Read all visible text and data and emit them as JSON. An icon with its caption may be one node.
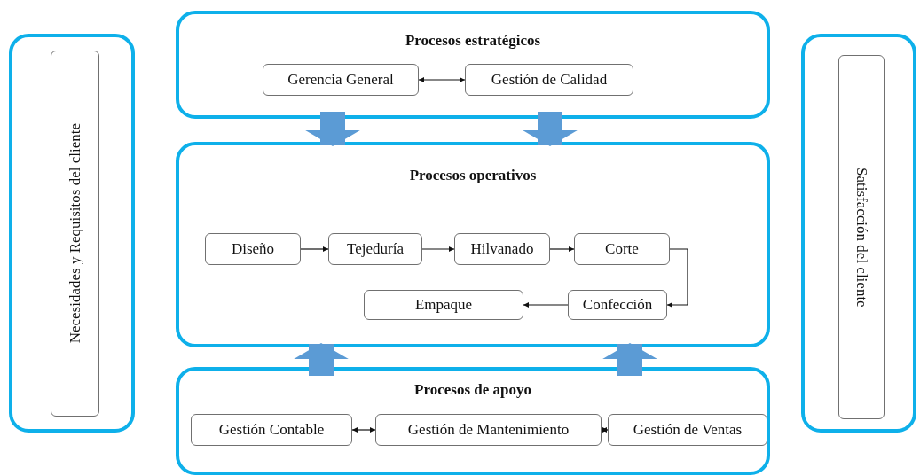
{
  "diagram": {
    "nodes": [
      {
        "text": [],
        "shape": "box"
      },
      {
        "text": [
          "Necesidades y Requisitos del cliente"
        ],
        "in": 0
      },
      {
        "text": [
          "Procesos estratégicos"
        ]
      },
      {
        "text": [
          "Gerencia General"
        ],
        "in": 2
      },
      {
        "text": [
          "Gestión de Calidad"
        ],
        "in": 2
      },
      {
        "text": [
          "Procesos operativos"
        ]
      },
      {
        "text": [
          "Diseño"
        ],
        "in": 5
      },
      {
        "text": [
          "Tejeduría"
        ],
        "in": 5
      },
      {
        "text": [
          "Hilvanado"
        ],
        "in": 5
      },
      {
        "text": [
          "Corte"
        ],
        "in": 5
      },
      {
        "text": [
          "Confección"
        ],
        "in": 5
      },
      {
        "text": [
          "Empaque"
        ],
        "in": 5
      },
      {
        "text": [
          "Procesos de apoyo"
        ]
      },
      {
        "text": [
          "Gestión Contable"
        ],
        "in": 12
      },
      {
        "text": [
          "Gestión de Mantenimiento"
        ],
        "in": 12
      },
      {
        "text": [
          "Gestión de Ventas"
        ],
        "in": 12
      },
      {
        "text": [],
        "shape": "box"
      },
      {
        "text": [
          "Satisfacción del cliente"
        ],
        "in": 16
      }
    ],
    "edges": [
      {
        "from": 3,
        "to": 4,
        "arrow": "both"
      },
      {
        "from": 2,
        "to": 5,
        "arrow": "to",
        "style": "thick",
        "color": "#5b9bd5"
      },
      {
        "from": 2,
        "to": 5,
        "arrow": "to",
        "style": "thick",
        "color": "#5b9bd5"
      },
      {
        "from": 6,
        "to": 7,
        "arrow": "to"
      },
      {
        "from": 7,
        "to": 8,
        "arrow": "to"
      },
      {
        "from": 8,
        "to": 9,
        "arrow": "to"
      },
      {
        "from": 9,
        "to": 10,
        "arrow": "to"
      },
      {
        "from": 10,
        "to": 11,
        "arrow": "to"
      },
      {
        "from": 12,
        "to": 5,
        "arrow": "to",
        "style": "thick",
        "color": "#5b9bd5"
      },
      {
        "from": 12,
        "to": 5,
        "arrow": "to",
        "style": "thick",
        "color": "#5b9bd5"
      },
      {
        "from": 13,
        "to": 14,
        "arrow": "both"
      },
      {
        "from": 14,
        "to": 15,
        "arrow": "both"
      }
    ]
  }
}
